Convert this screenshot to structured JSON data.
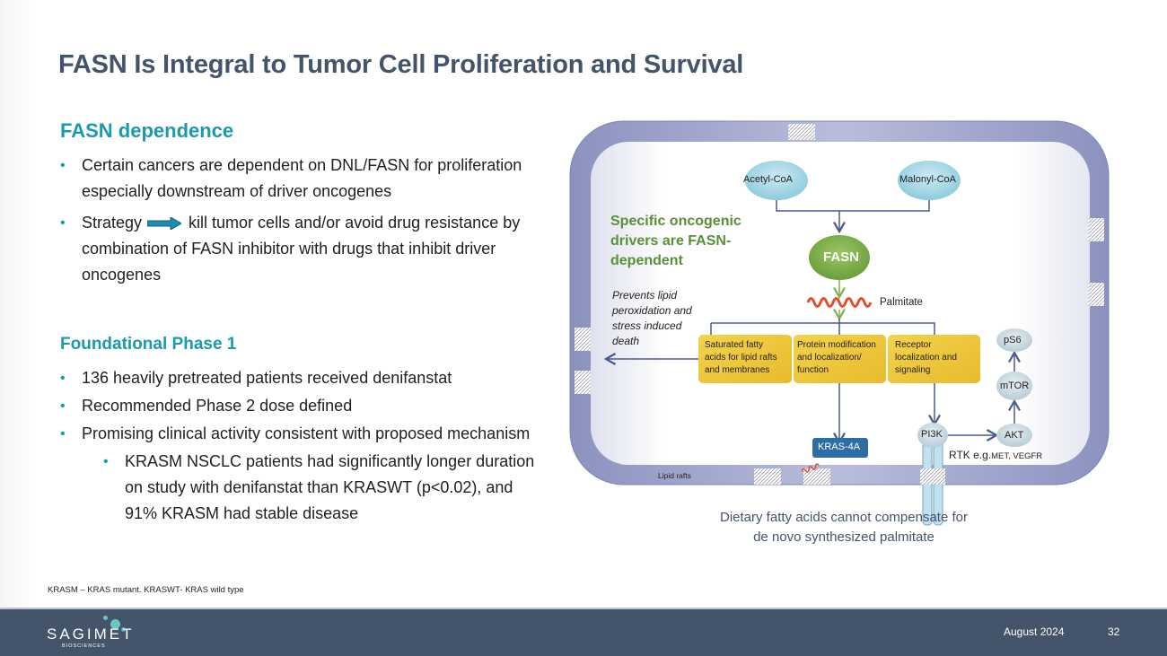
{
  "title": "FASN Is Integral to Tumor Cell Proliferation and Survival",
  "section1": {
    "heading": "FASN dependence",
    "bullets": [
      "Certain cancers are dependent on DNL/FASN for proliferation especially downstream of driver oncogenes",
      {
        "before": "Strategy",
        "arrow_icon": "right-arrow-icon",
        "after": "kill tumor cells and/or avoid drug resistance by combination of FASN inhibitor with drugs that inhibit driver oncogenes"
      }
    ]
  },
  "section2": {
    "heading": "Foundational Phase 1",
    "bullets": [
      "136 heavily pretreated patients received denifanstat",
      "Recommended Phase 2 dose defined",
      "Promising clinical activity consistent with proposed mechanism"
    ],
    "sub_bullets": [
      "KRASM NSCLC patients had significantly longer duration on study with denifanstat than KRASWT (p<0.02), and 91% KRASM had stable disease"
    ]
  },
  "footnote": "KRASM – KRAS mutant. KRASWT- KRAS wild type",
  "footer": {
    "logo_text": "SAGIMET",
    "logo_sub": "BIOSCIENCES",
    "date": "August 2024",
    "page": "32"
  },
  "diagram": {
    "acetyl": "Acetyl-CoA",
    "malonyl": "Malonyl-CoA",
    "fasn": "FASN",
    "palmitate": "Palmitate",
    "headline": [
      "Specific oncogenic",
      "drivers are FASN-",
      "dependent"
    ],
    "prevents": [
      "Prevents lipid",
      "peroxidation and",
      "stress induced",
      "death"
    ],
    "box1": [
      "Saturated fatty",
      "acids for lipid rafts",
      "and membranes"
    ],
    "box2": [
      "Protein modification",
      "and localization/",
      "function"
    ],
    "box3": [
      "Receptor",
      "localization and",
      "signaling"
    ],
    "ps6": "pS6",
    "mtor": "mTOR",
    "akt": "AKT",
    "pi3k": "PI3K",
    "kras": "KRAS-4A",
    "rtk_main": "RTK e.g.",
    "rtk_small": "MET, VEGFR",
    "lipid_rafts": "Lipid rafts",
    "caption": [
      "Dietary fatty acids cannot compensate for",
      "de novo synthesized palmitate"
    ]
  },
  "colors": {
    "title": "#44546a",
    "accent": "#1b9aaa",
    "green": "#5a8f3a",
    "fasn": "#7fb04a",
    "box": "#f0c93c",
    "membrane": "#9aa1c8",
    "line": "#4a5a8a",
    "kras": "#2e6da4",
    "footer": "#44546a"
  }
}
